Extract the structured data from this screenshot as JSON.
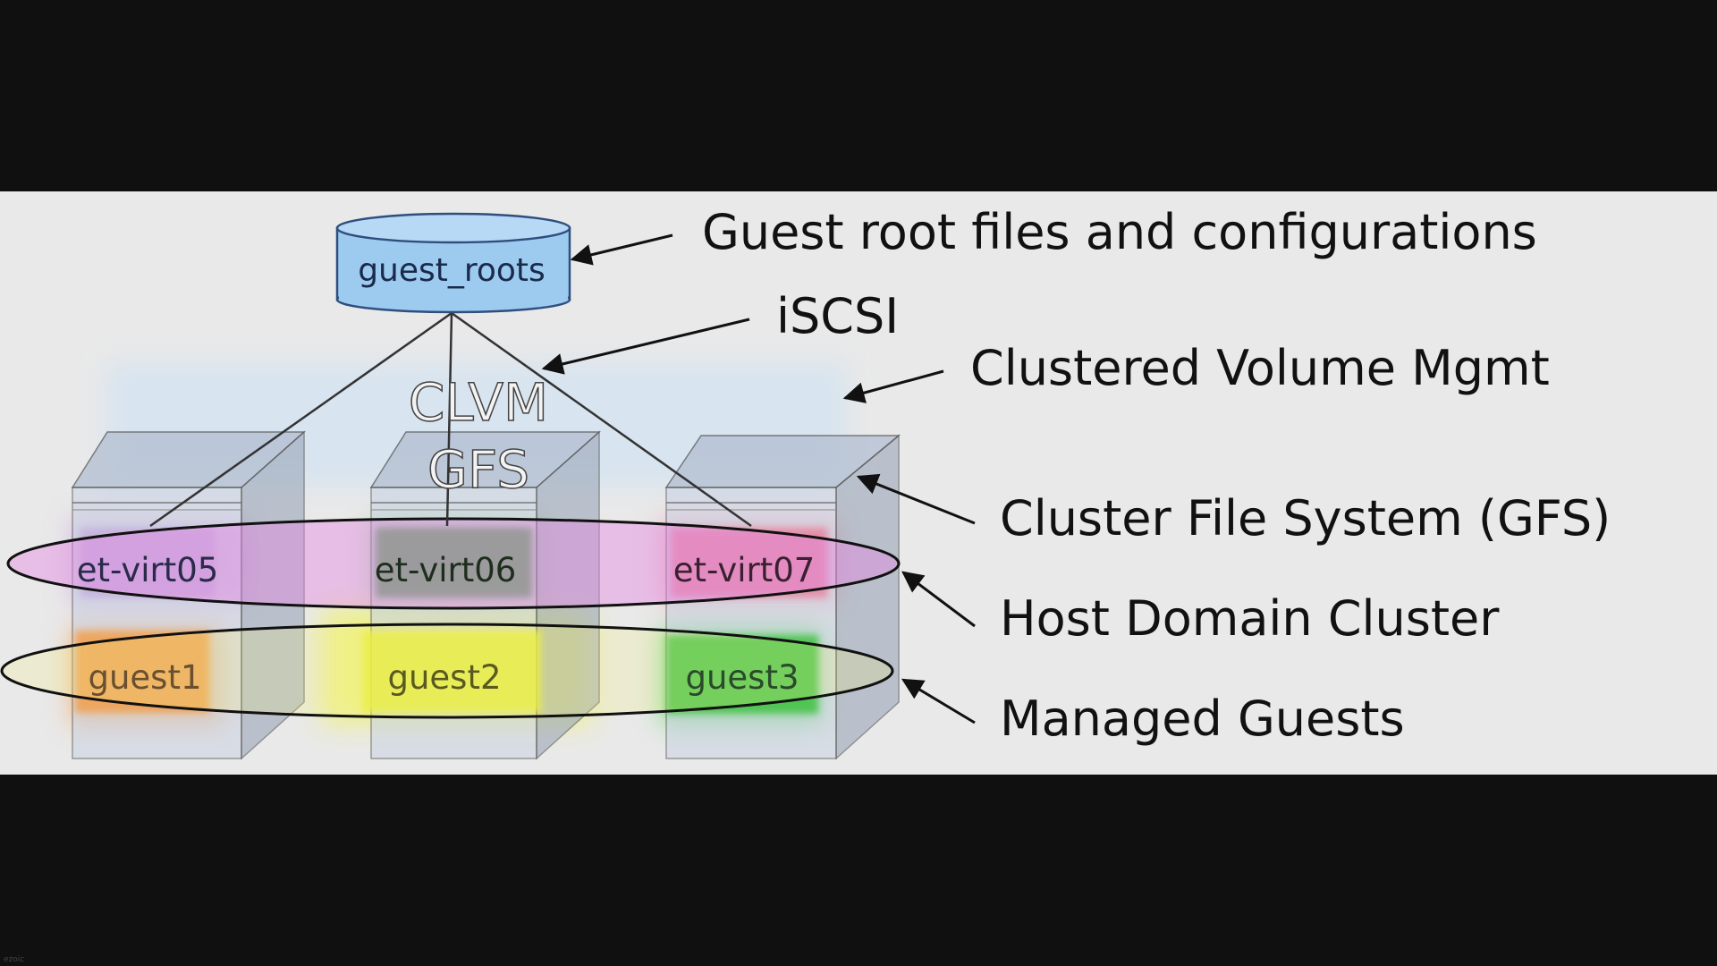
{
  "diagram": {
    "storage": {
      "label": "guest_roots",
      "color": "#9ccbef"
    },
    "overlay_labels": {
      "clvm": "CLVM",
      "gfs": "GFS"
    },
    "hosts": [
      {
        "id": "et-virt05",
        "label": "et-virt05",
        "color": "#b58ad6"
      },
      {
        "id": "et-virt06",
        "label": "et-virt06",
        "color": "#3f9a3f"
      },
      {
        "id": "et-virt07",
        "label": "et-virt07",
        "color": "#ea6f8f"
      }
    ],
    "guests": [
      {
        "id": "guest1",
        "label": "guest1",
        "color": "#f0a050"
      },
      {
        "id": "guest2",
        "label": "guest2",
        "color": "#e6ee3a"
      },
      {
        "id": "guest3",
        "label": "guest3",
        "color": "#47c24a"
      }
    ],
    "callouts": {
      "guest_root_files": "Guest root files and configurations",
      "iscsi": "iSCSI",
      "clvm": "Clustered Volume Mgmt",
      "gfs": "Cluster File System (GFS)",
      "host_cluster": "Host Domain Cluster",
      "managed_guests": "Managed Guests"
    }
  },
  "watermark": "ezoic"
}
